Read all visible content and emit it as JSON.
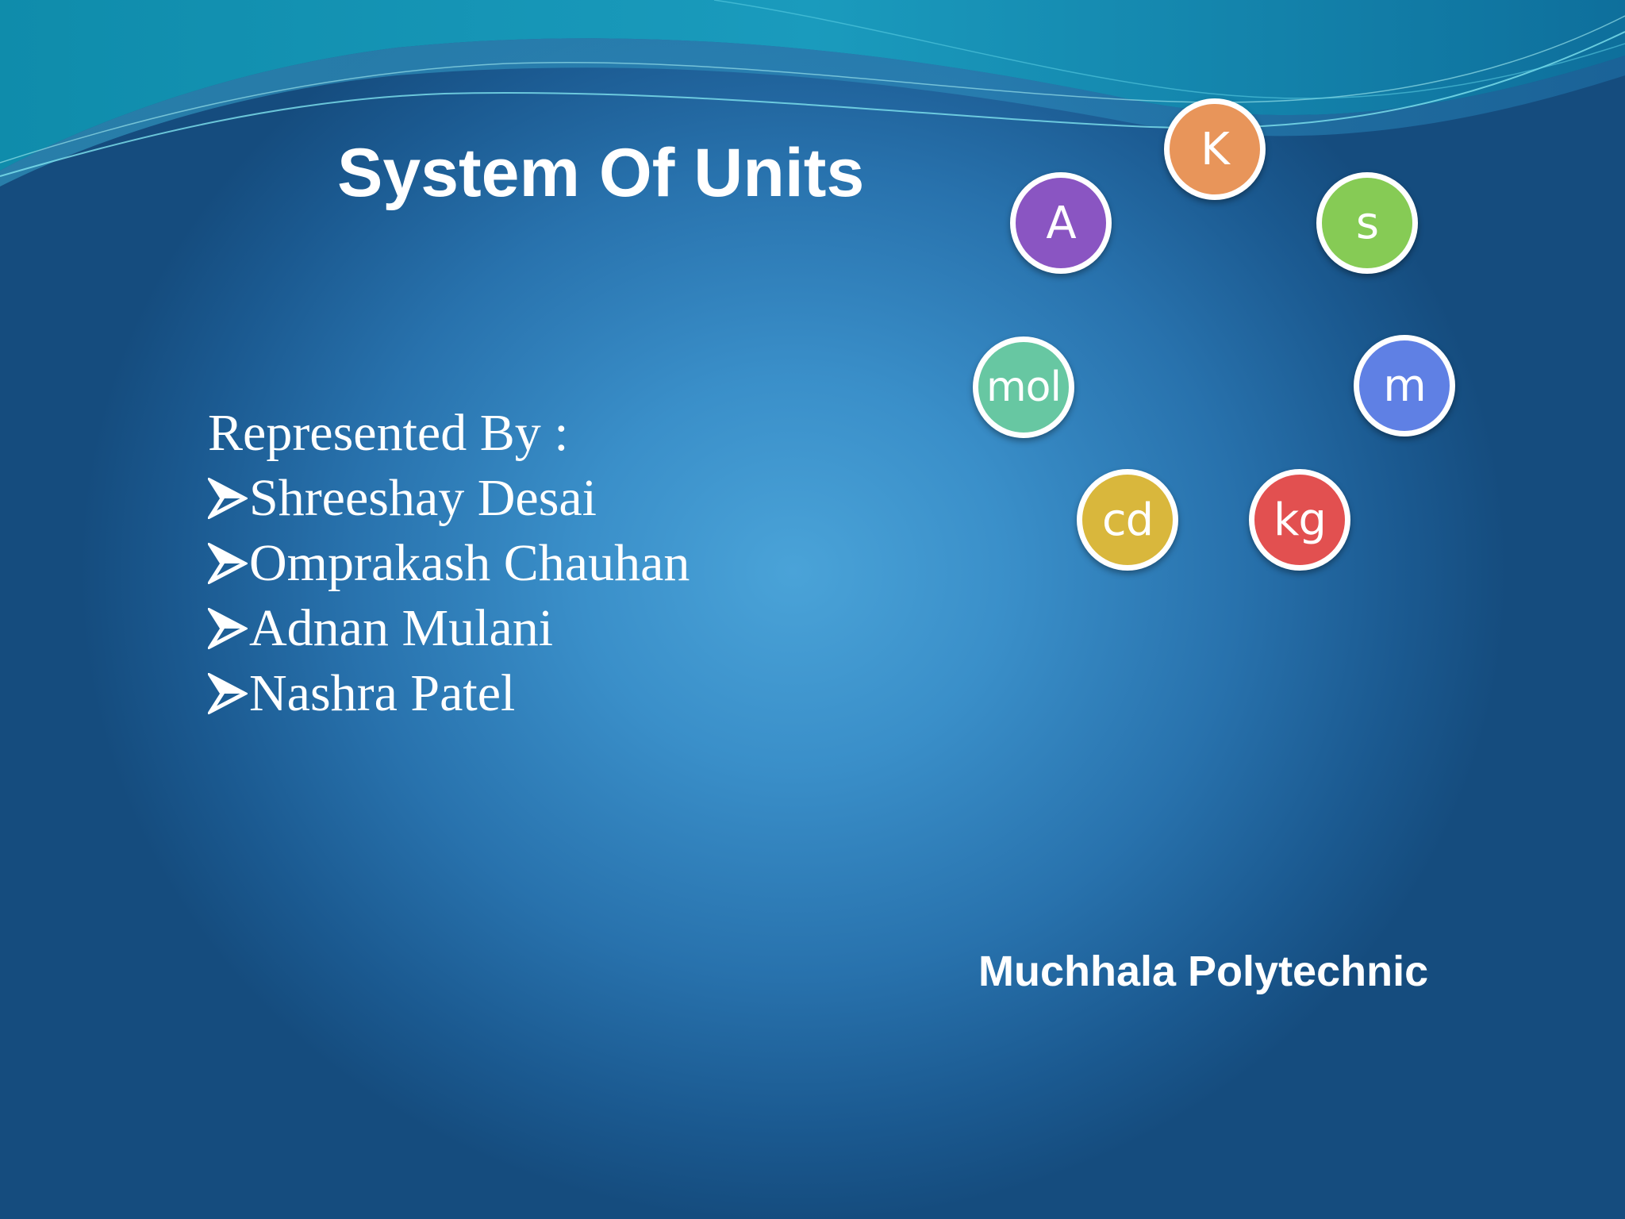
{
  "slide": {
    "title": "System Of Units",
    "presenters": {
      "heading": "Represented By :",
      "names": [
        "Shreeshay Desai",
        "Omprakash Chauhan",
        "Adnan Mulani",
        "Nashra Patel"
      ]
    },
    "units": [
      {
        "symbol": "K",
        "color": "#e8955a"
      },
      {
        "symbol": "A",
        "color": "#8a55c2"
      },
      {
        "symbol": "s",
        "color": "#86cb55"
      },
      {
        "symbol": "mol",
        "color": "#67c7a2"
      },
      {
        "symbol": "m",
        "color": "#5f80e4"
      },
      {
        "symbol": "cd",
        "color": "#d9b73c"
      },
      {
        "symbol": "kg",
        "color": "#e25050"
      }
    ],
    "institution": "Muchhala Polytechnic"
  }
}
